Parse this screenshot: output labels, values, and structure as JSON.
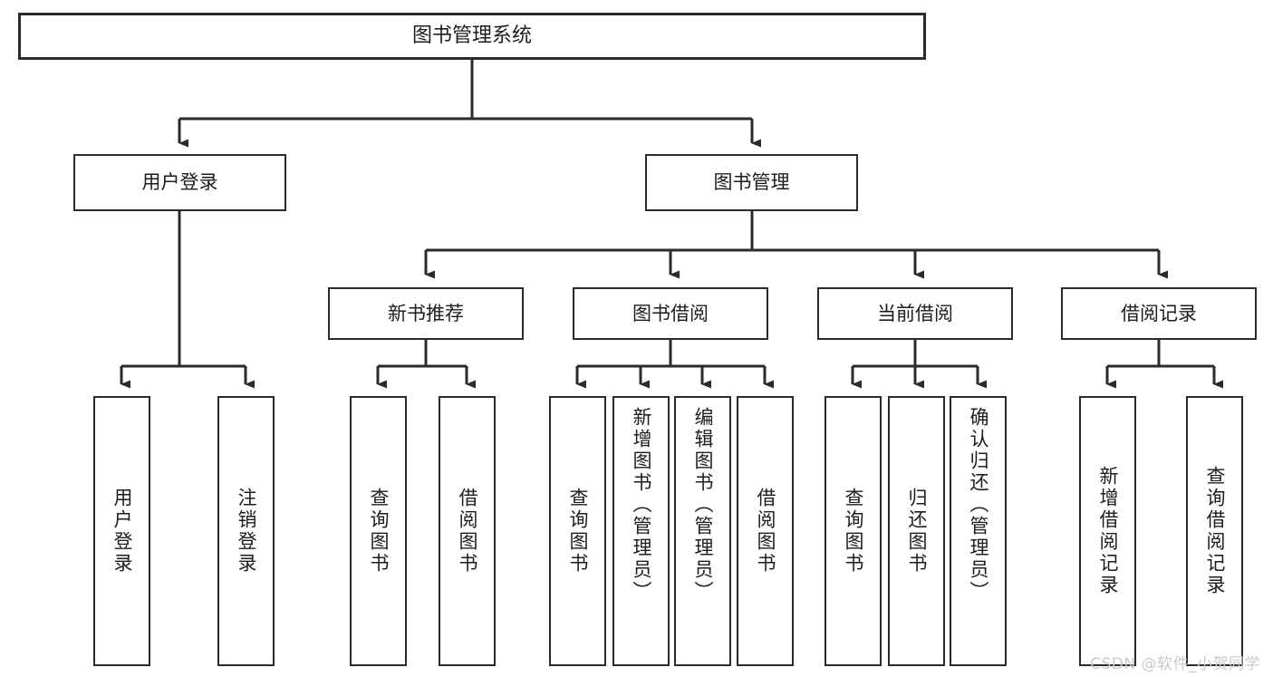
{
  "diagram": {
    "title": "图书管理系统",
    "type": "hierarchy-tree",
    "root": {
      "label": "图书管理系统"
    },
    "level2": [
      {
        "label": "用户登录"
      },
      {
        "label": "图书管理"
      }
    ],
    "level3": [
      {
        "label": "新书推荐"
      },
      {
        "label": "图书借阅"
      },
      {
        "label": "当前借阅"
      },
      {
        "label": "借阅记录"
      }
    ],
    "leaves": {
      "user_login": [
        {
          "label": "用户登录"
        },
        {
          "label": "注销登录"
        }
      ],
      "new_book_recommend": [
        {
          "label": "查询图书"
        },
        {
          "label": "借阅图书"
        }
      ],
      "book_borrow": [
        {
          "label": "查询图书"
        },
        {
          "label": "新增图书（管理员）"
        },
        {
          "label": "编辑图书（管理员）"
        },
        {
          "label": "借阅图书"
        }
      ],
      "current_borrow": [
        {
          "label": "查询图书"
        },
        {
          "label": "归还图书"
        },
        {
          "label": "确认归还（管理员）"
        }
      ],
      "borrow_record": [
        {
          "label": "新增借阅记录"
        },
        {
          "label": "查询借阅记录"
        }
      ]
    }
  },
  "watermark": {
    "text": "CSDN @软件_小贺同学"
  },
  "colors": {
    "stroke": "#2b2b2b",
    "background": "#ffffff",
    "text": "#1d1d1d",
    "watermark": "#c9c9c9"
  }
}
